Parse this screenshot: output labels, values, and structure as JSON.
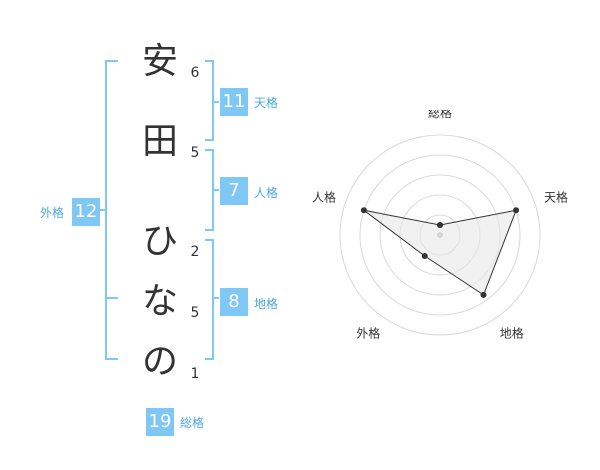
{
  "name": {
    "chars": [
      {
        "char": "安",
        "strokes": "6"
      },
      {
        "char": "田",
        "strokes": "5"
      },
      {
        "char": "ひ",
        "strokes": "2"
      },
      {
        "char": "な",
        "strokes": "5"
      },
      {
        "char": "の",
        "strokes": "1"
      }
    ]
  },
  "kakusu": {
    "tenkaku": {
      "value": "11",
      "label": "天格"
    },
    "jinkaku": {
      "value": "7",
      "label": "人格"
    },
    "chikaku": {
      "value": "8",
      "label": "地格"
    },
    "gaikaku": {
      "value": "12",
      "label": "外格"
    },
    "soukaku": {
      "value": "19",
      "label": "総格"
    }
  },
  "colors": {
    "accent": "#7fc8f5",
    "label": "#4aa8e0",
    "bracket": "#7fc8f5",
    "text": "#333333"
  },
  "chart_data": {
    "type": "radar",
    "axes": [
      "総格",
      "天格",
      "地格",
      "外格",
      "人格"
    ],
    "values": [
      0.5,
      4,
      3.7,
      1.3,
      4
    ],
    "rmax": 5,
    "rings": 5,
    "grid": true
  }
}
